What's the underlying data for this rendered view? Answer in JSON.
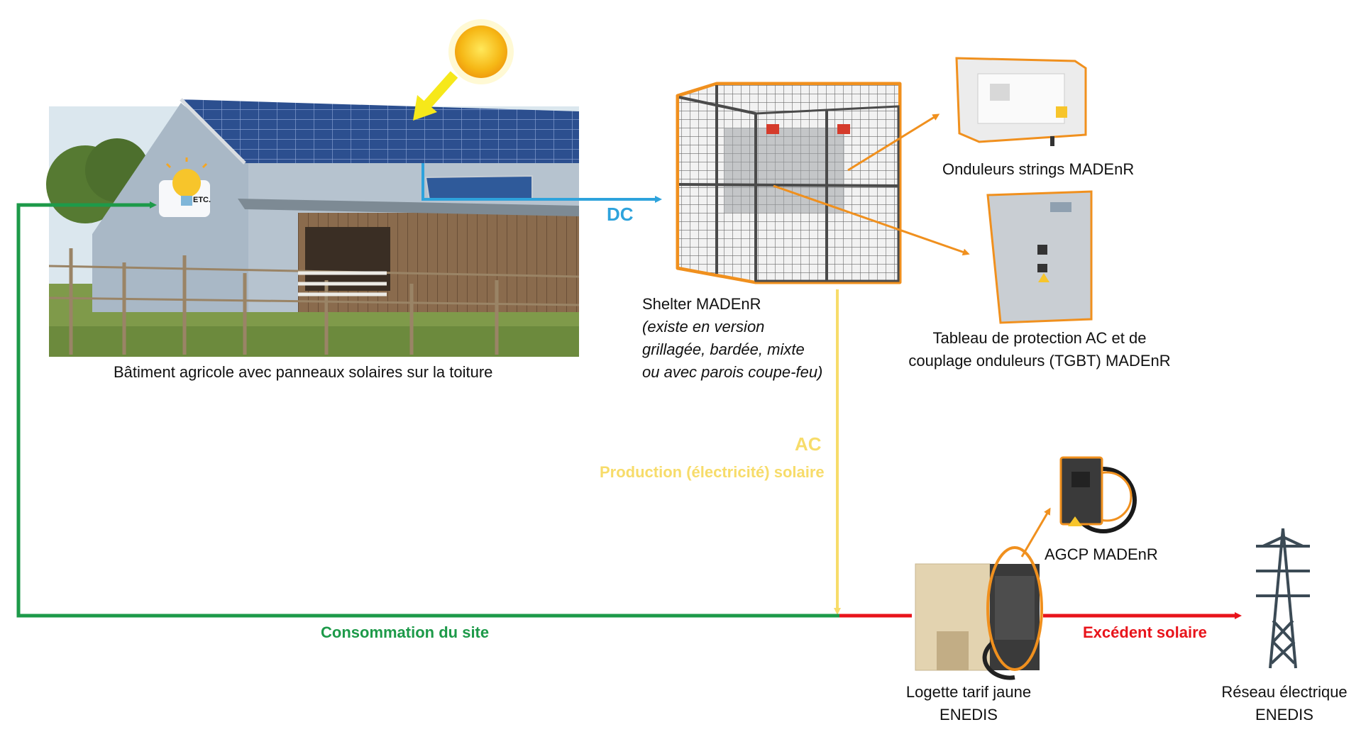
{
  "labels": {
    "building": "Bâtiment agricole avec panneaux solaires sur la toiture",
    "shelter_title": "Shelter MADEnR",
    "shelter_note": [
      "(existe en version",
      "grillagée, bardée, mixte",
      "ou avec parois coupe-feu)"
    ],
    "inverters": "Onduleurs strings MADEnR",
    "panel": [
      "Tableau de protection AC et de",
      "couplage onduleurs (TGBT) MADEnR"
    ],
    "agcp": "AGCP MADEnR",
    "logette": [
      "Logette tarif jaune",
      "ENEDIS"
    ],
    "grid": [
      "Réseau électrique",
      "ENEDIS"
    ],
    "bulb_tag": "ETC."
  },
  "flows": {
    "dc": "DC",
    "ac": "AC",
    "production": "Production (électricité) solaire",
    "consumption": "Consommation du site",
    "surplus": "Excédent solaire"
  },
  "colors": {
    "dc": "#2ea3dc",
    "ac": "#f7dc6a",
    "consumption": "#1d9a49",
    "surplus": "#e8141b",
    "highlight": "#f0901e",
    "sun": "#f6e81a"
  }
}
